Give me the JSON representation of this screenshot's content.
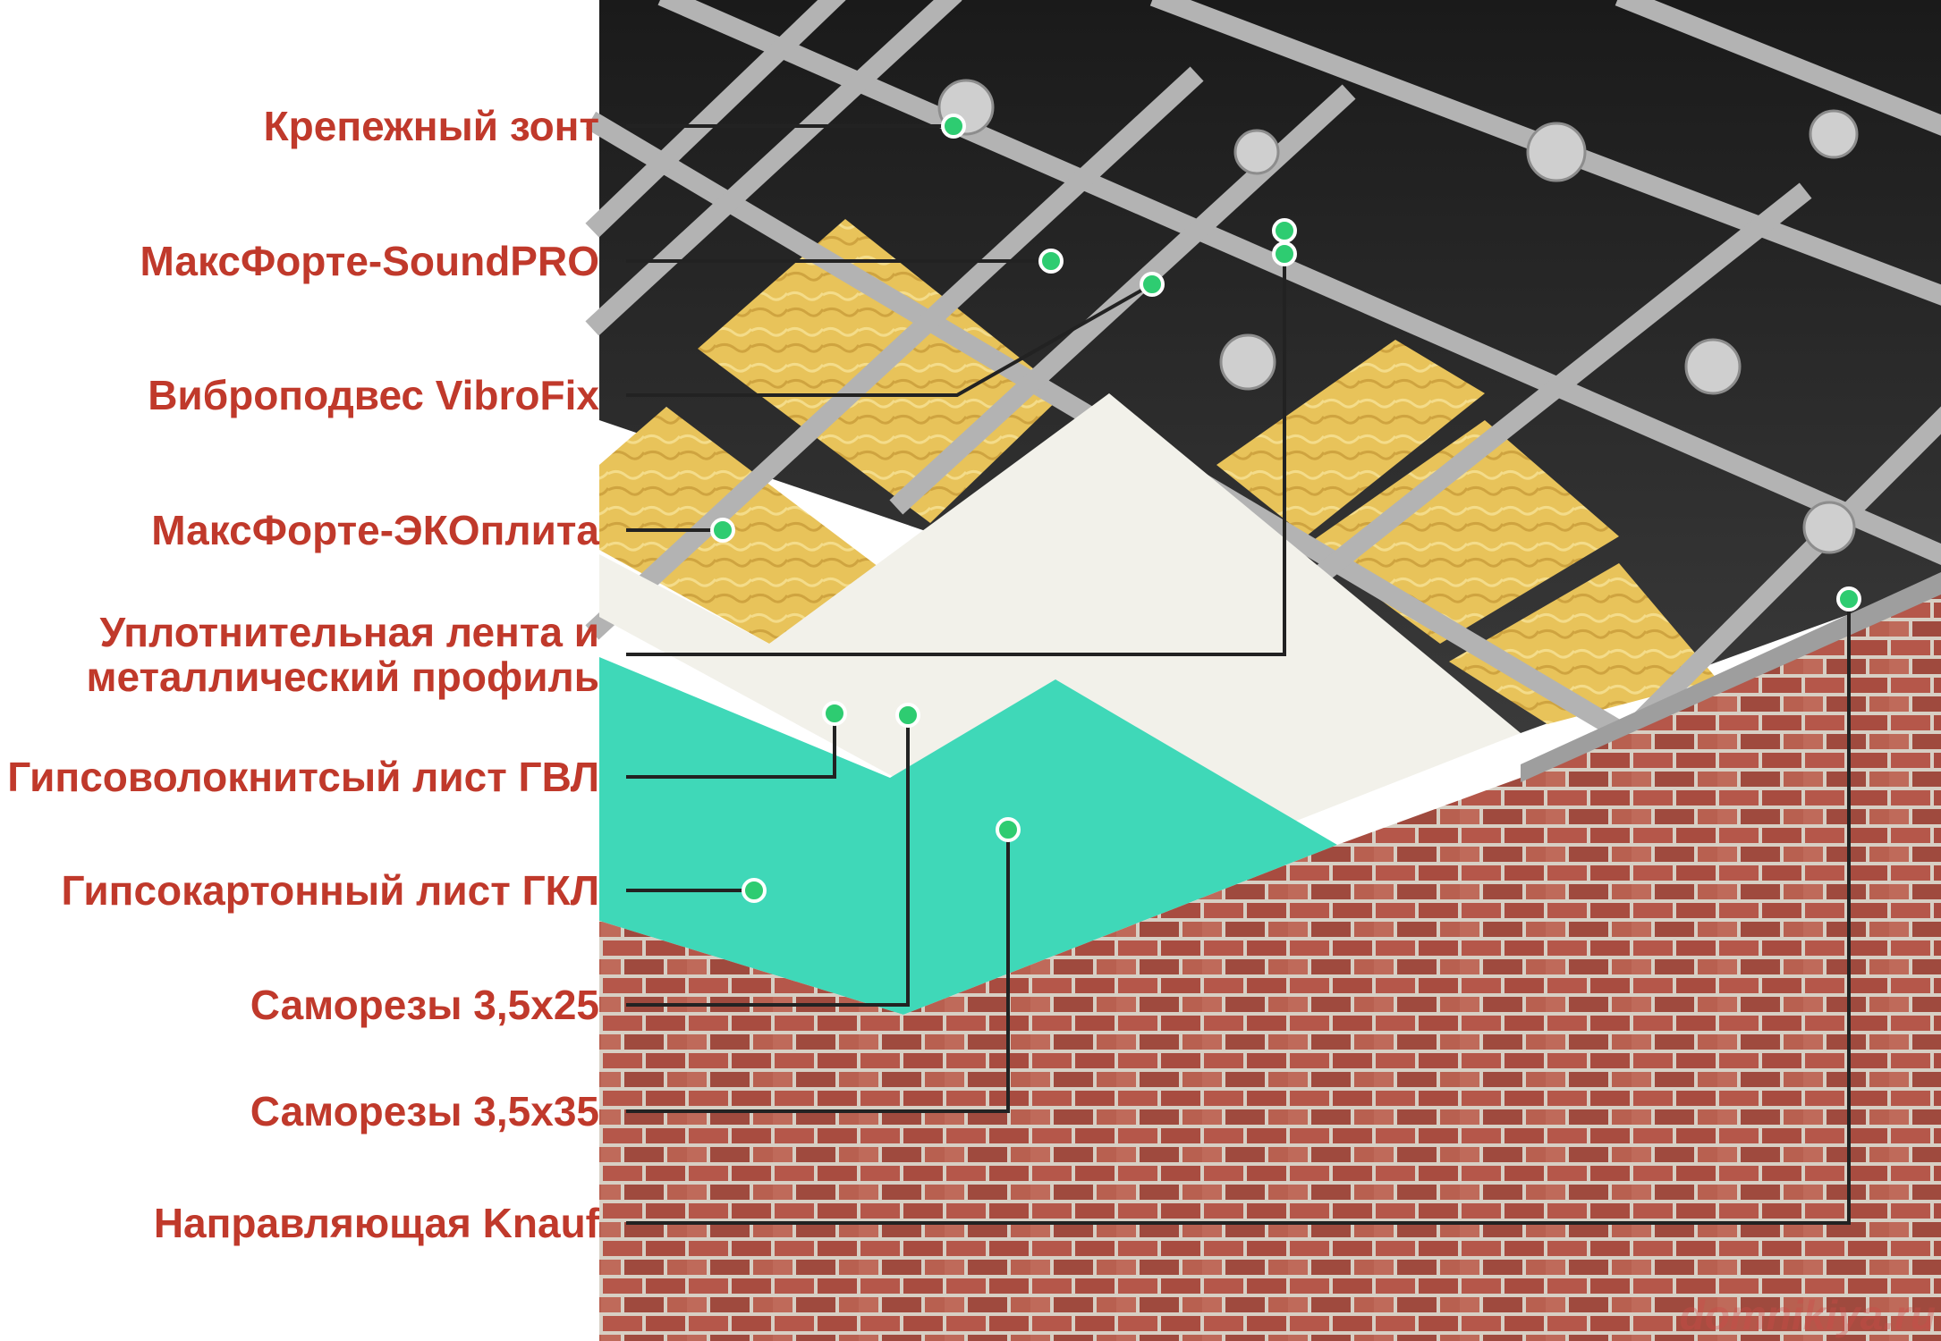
{
  "diagram": {
    "labels": [
      {
        "id": "krepezhny-zont",
        "text": "Крепежный зонт"
      },
      {
        "id": "soundpro",
        "text": "МаксФорте-SoundPRO"
      },
      {
        "id": "vibrofix",
        "text": "Виброподвес VibroFix"
      },
      {
        "id": "ekoplita",
        "text": "МаксФорте-ЭКОплита"
      },
      {
        "id": "lenta-profil",
        "text": "Уплотнительная лента и металлический профиль"
      },
      {
        "id": "gvl",
        "text": "Гипсоволокнитсый лист ГВЛ"
      },
      {
        "id": "gkl",
        "text": "Гипсокартонный лист ГКЛ"
      },
      {
        "id": "samorezy-25",
        "text": "Саморезы 3,5х25"
      },
      {
        "id": "samorezy-35",
        "text": "Саморезы 3,5х35"
      },
      {
        "id": "napravlyayushchaya",
        "text": "Направляющая Knauf"
      }
    ],
    "watermark": "domnikiya.ru"
  },
  "colors": {
    "label_text": "#c0392b",
    "marker": "#2ecc71",
    "leader_line": "#222222",
    "insulation": "#e8c35a",
    "ceiling_dark": "#2b2b2b",
    "profile": "#b3b3b3",
    "gkl_sheet": "#3fd8b8",
    "gvl_sheet": "#f2f1ea",
    "brick": "#b5574a"
  }
}
